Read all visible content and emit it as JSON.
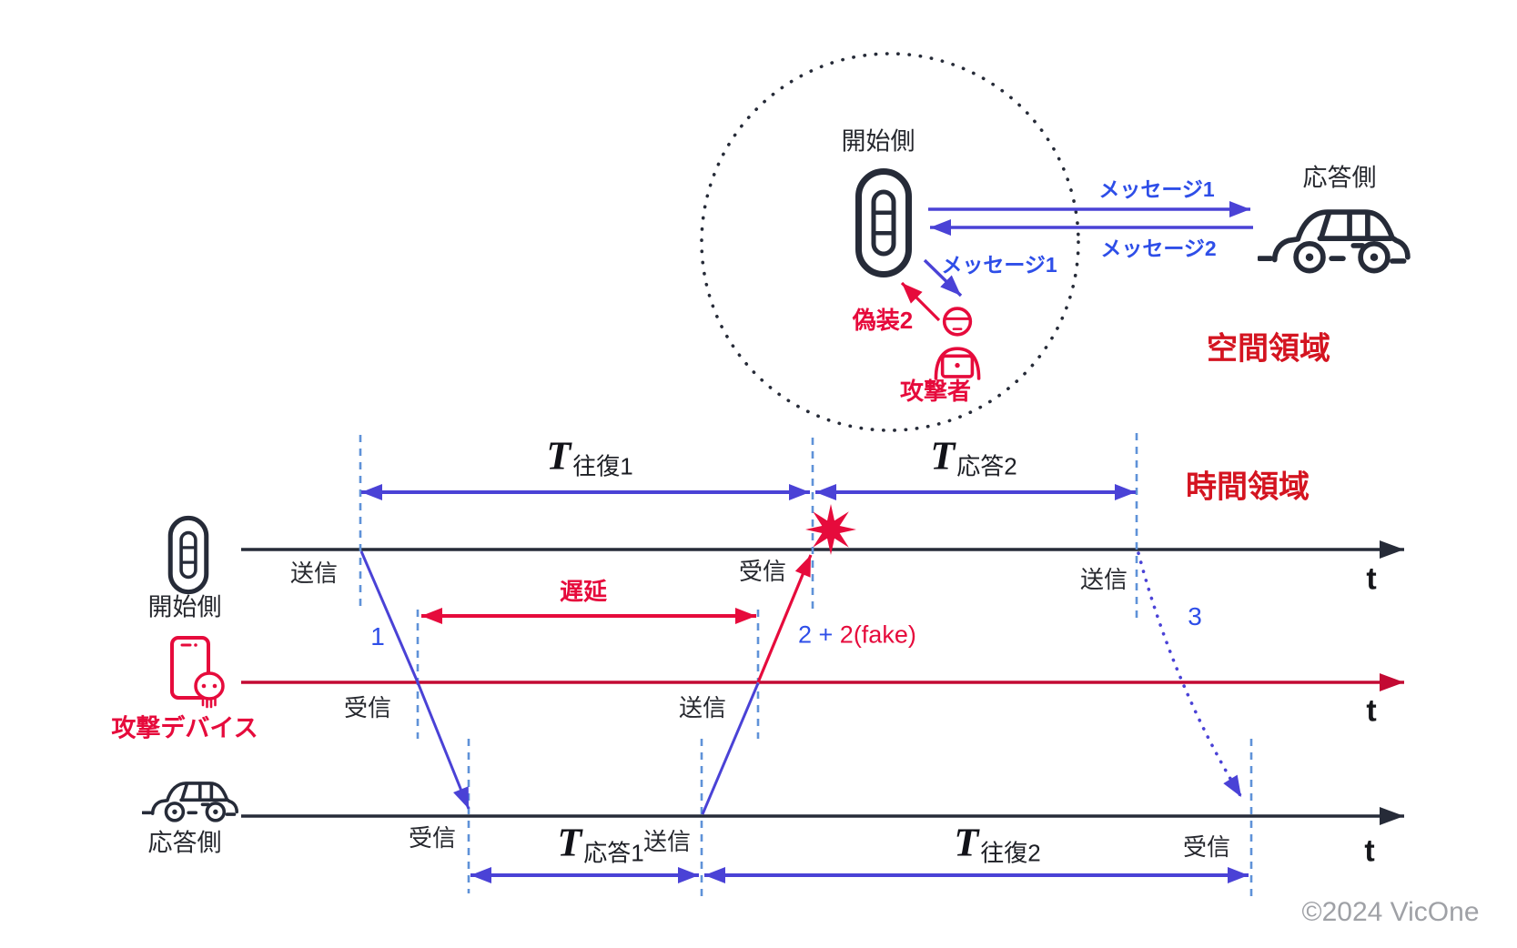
{
  "colors": {
    "ink": "#262b38",
    "arrow-blue": "#4a42d6",
    "text-blue": "#2e4ee8",
    "dash-blue": "#5f92d8",
    "crimson": "#e60b3c",
    "red-line": "#c30a33",
    "domain-red": "#d41420",
    "muted-gray": "#9fa1a6"
  },
  "spatial": {
    "initiator_label": "開始側",
    "responder_label": "応答側",
    "attacker_label": "攻撃者",
    "message1_label": "メッセージ1",
    "message2_label": "メッセージ2",
    "attacker_message1_label": "メッセージ1",
    "spoof_label": "偽装2",
    "domain_label": "空間領域"
  },
  "timing": {
    "domain_label": "時間領域",
    "rows": [
      {
        "name": "initiator",
        "label": "開始側",
        "axis": "t"
      },
      {
        "name": "attacker",
        "label": "攻撃デバイス",
        "axis": "t"
      },
      {
        "name": "responder",
        "label": "応答側",
        "axis": "t"
      }
    ],
    "events": {
      "initiator_send1": "送信",
      "initiator_receive": "受信",
      "initiator_send2": "送信",
      "attacker_receive": "受信",
      "attacker_send": "送信",
      "responder_receive1": "受信",
      "responder_send": "送信",
      "responder_receive2": "受信"
    },
    "intervals": {
      "t_roundtrip1": {
        "main": "T",
        "sub": "往復1"
      },
      "t_response2": {
        "main": "T",
        "sub": "応答2"
      },
      "t_response1": {
        "main": "T",
        "sub": "応答1"
      },
      "t_roundtrip2": {
        "main": "T",
        "sub": "往復2"
      },
      "delay_label": "遅延"
    },
    "messages": {
      "msg1_num": "1",
      "msg2_num": "2 + ",
      "msg2_fake": "2(fake)",
      "msg3_num": "3"
    }
  },
  "footer": {
    "copyright": "©2024 VicOne"
  }
}
